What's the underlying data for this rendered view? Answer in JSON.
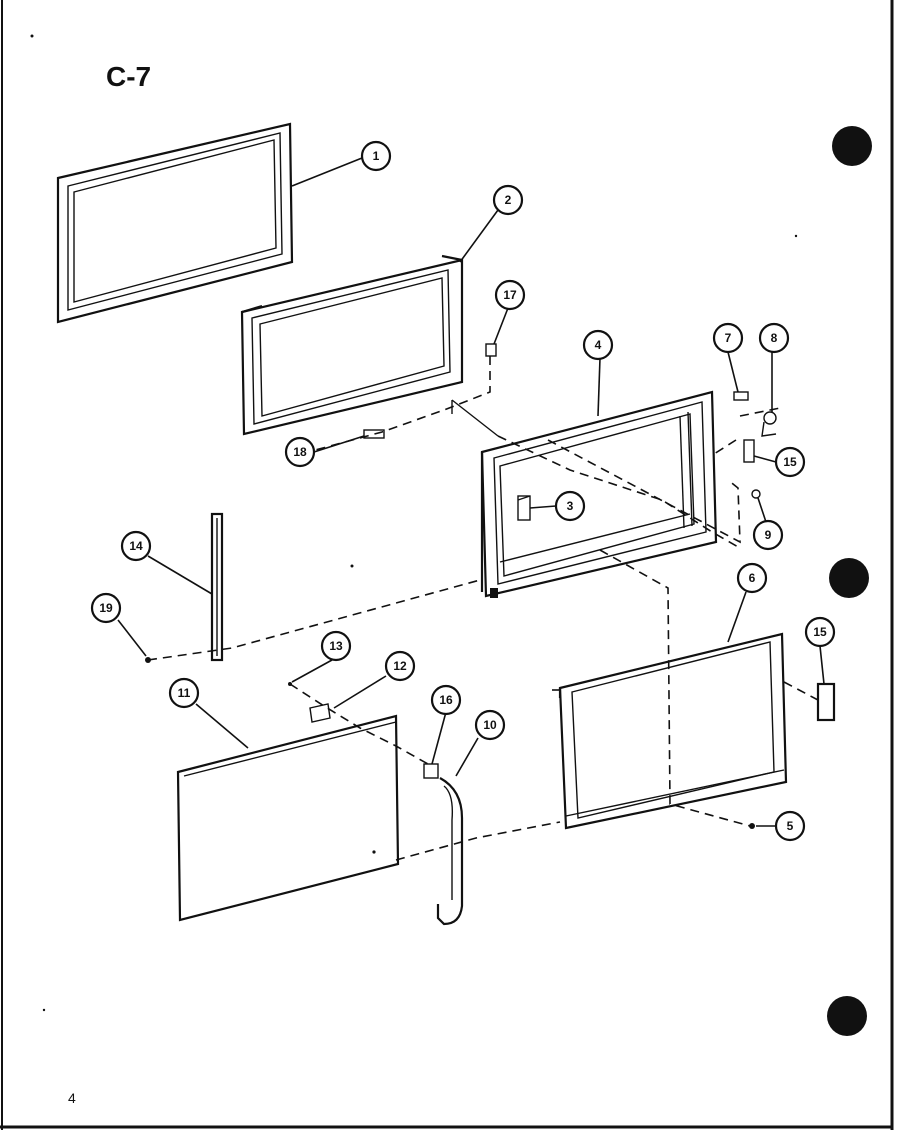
{
  "diagram": {
    "title": "C-7",
    "page_number": "4",
    "callouts": [
      "1",
      "2",
      "17",
      "4",
      "7",
      "8",
      "15",
      "3",
      "9",
      "18",
      "14",
      "19",
      "6",
      "15",
      "13",
      "12",
      "11",
      "16",
      "10",
      "5"
    ]
  }
}
